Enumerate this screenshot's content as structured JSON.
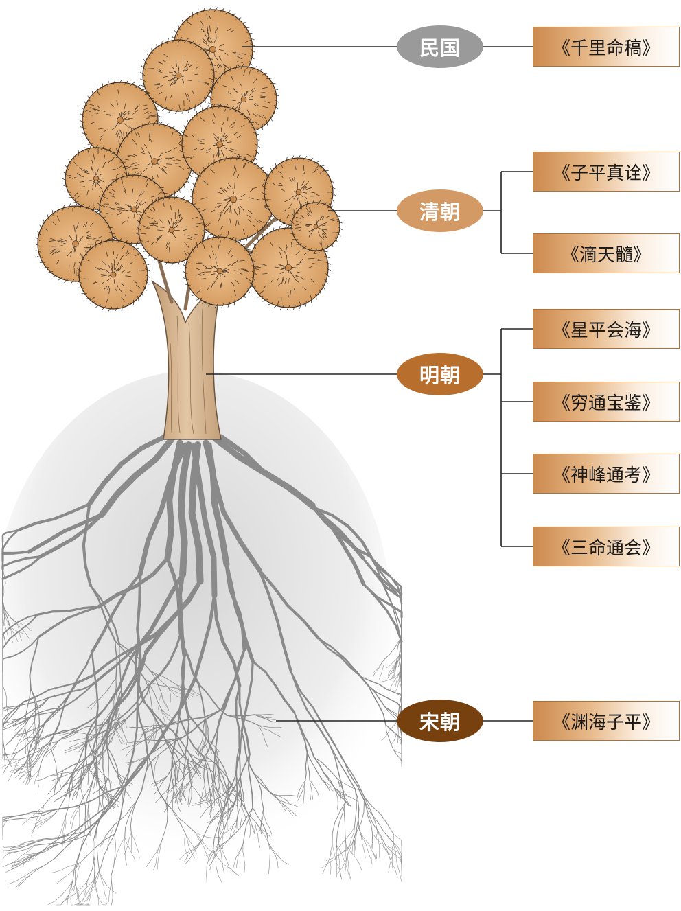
{
  "eras": [
    {
      "key": "minguo",
      "label": "民国",
      "color": "#9a9a9a"
    },
    {
      "key": "qing",
      "label": "清朝",
      "color": "#d49a65"
    },
    {
      "key": "ming",
      "label": "明朝",
      "color": "#b86e2c"
    },
    {
      "key": "song",
      "label": "宋朝",
      "color": "#77400f"
    }
  ],
  "books": {
    "minguo": [
      "《千里命稿》"
    ],
    "qing": [
      "《子平真诠》",
      "《滴天髓》"
    ],
    "ming": [
      "《星平会海》",
      "《穷通宝鉴》",
      "《神峰通考》",
      "《三命通会》"
    ],
    "song": [
      "《渊海子平》"
    ]
  },
  "colors": {
    "foliage": "#e7b27a",
    "foliage_dark": "#c98a4c",
    "trunk": "#d7b48d",
    "root": "#8a8a8a",
    "book_border": "#b46e32"
  }
}
